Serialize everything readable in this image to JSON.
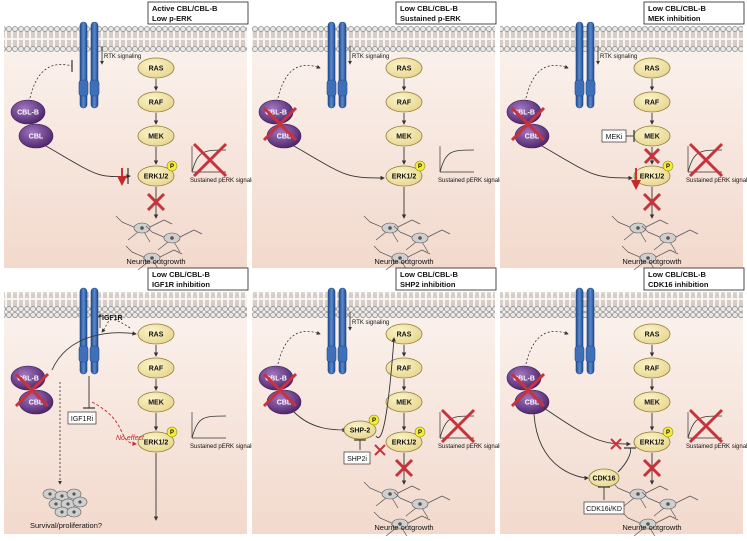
{
  "colors": {
    "background_top": "#fbf3ef",
    "background_bottom": "#f2d9cc",
    "receptor_fill": "#3f6fb8",
    "receptor_dark": "#1f4a8a",
    "node_fill": "#f3e6a6",
    "node_stroke": "#8f7d3a",
    "cbl_fill": "#7a4a9e",
    "cbl_dark": "#4a2266",
    "inhibit_cross": "#c8323c",
    "phospho_fill": "#f4ec3a",
    "neuron_fill": "#cfcfcf",
    "no_effect": "#c22b2b"
  },
  "panels": [
    {
      "title_line1": "Active CBL/CBL-B",
      "title_line2": "Low p-ERK",
      "nodes": {
        "ras": "RAS",
        "raf": "RAF",
        "mek": "MEK",
        "erk": "ERK1/2",
        "p": "P"
      },
      "rtk_label": "RTK signaling",
      "cbl_b": "CBL-B",
      "cbl": "CBL",
      "curve_label": "Sustained pERK signaling",
      "footer": "Neurite outgrowth"
    },
    {
      "title_line1": "Low CBL/CBL-B",
      "title_line2": "Sustained p-ERK",
      "nodes": {
        "ras": "RAS",
        "raf": "RAF",
        "mek": "MEK",
        "erk": "ERK1/2",
        "p": "P"
      },
      "rtk_label": "RTK signaling",
      "cbl_b": "CBL-B",
      "cbl": "CBL",
      "curve_label": "Sustained pERK signaling",
      "footer": "Neurite outgrowth"
    },
    {
      "title_line1": "Low CBL/CBL-B",
      "title_line2": "MEK inhibition",
      "nodes": {
        "ras": "RAS",
        "raf": "RAF",
        "mek": "MEK",
        "erk": "ERK1/2",
        "p": "P"
      },
      "rtk_label": "RTK signaling",
      "cbl_b": "CBL-B",
      "cbl": "CBL",
      "inhibitor": "MEKi",
      "curve_label": "Sustained pERK signaling",
      "footer": "Neurite outgrowth"
    },
    {
      "title_line1": "Low CBL/CBL-B",
      "title_line2": "IGF1R inhibition",
      "nodes": {
        "ras": "RAS",
        "raf": "RAF",
        "mek": "MEK",
        "erk": "ERK1/2",
        "p": "P"
      },
      "igf1r": "IGF1R",
      "cbl_b": "CBL-B",
      "cbl": "CBL",
      "inhibitor": "IGF1Ri",
      "no_effect": "No effect",
      "survival": "Survival/proliferation?",
      "curve_label": "Sustained pERK signaling"
    },
    {
      "title_line1": "Low CBL/CBL-B",
      "title_line2": "SHP2 inhibition",
      "nodes": {
        "ras": "RAS",
        "raf": "RAF",
        "mek": "MEK",
        "erk": "ERK1/2",
        "p": "P"
      },
      "rtk_label": "RTK signaling",
      "cbl_b": "CBL-B",
      "cbl": "CBL",
      "shp2": "SHP-2",
      "inhibitor": "SHP2i",
      "curve_label": "Sustained pERK signaling",
      "footer": "Neurite outgrowth"
    },
    {
      "title_line1": "Low CBL/CBL-B",
      "title_line2": "CDK16 inhibition",
      "nodes": {
        "ras": "RAS",
        "raf": "RAF",
        "mek": "MEK",
        "erk": "ERK1/2",
        "p": "P"
      },
      "cbl_b": "CBL-B",
      "cbl": "CBL",
      "cdk16": "CDK16",
      "inhibitor": "CDK16i/KD",
      "curve_label": "Sustained pERK signaling",
      "footer": "Neurite outgrowth"
    }
  ]
}
